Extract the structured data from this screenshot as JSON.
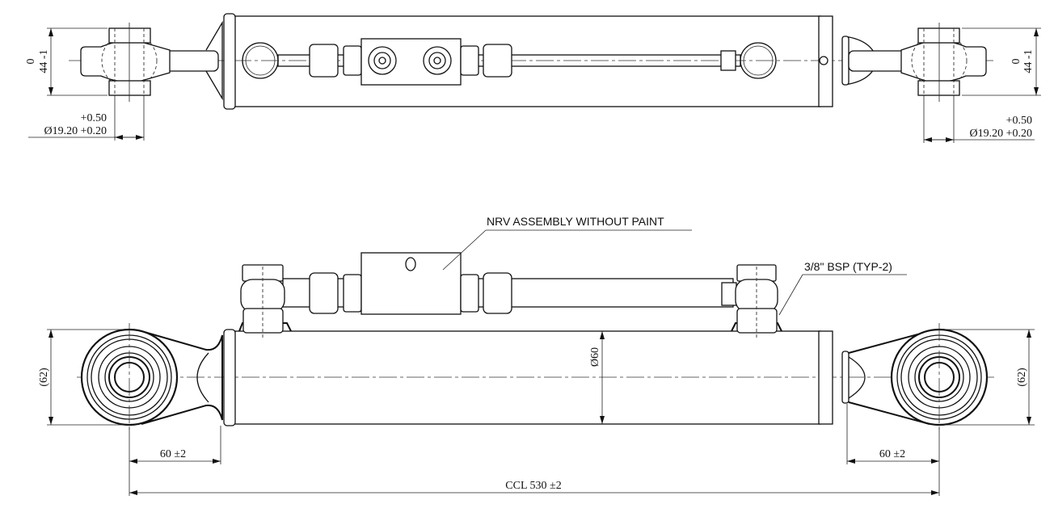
{
  "top_view": {
    "left_height_dim": {
      "upper": "0",
      "lower": "44 -1"
    },
    "right_height_dim": {
      "upper": "0",
      "lower": "44 -1"
    },
    "left_bore_dim": {
      "tol_upper": "+0.50",
      "nominal": "Ø19.20 +0.20"
    },
    "right_bore_dim": {
      "tol_upper": "+0.50",
      "nominal": "Ø19.20 +0.20"
    }
  },
  "front_view": {
    "nrv_label": "NRV ASSEMBLY WITHOUT PAINT",
    "port_label": "3/8\" BSP (TYP-2)",
    "left_eye_dim": "(62)",
    "right_eye_dim": "(62)",
    "bore_dim": "Ø60",
    "left_offset_dim": "60 ±2",
    "right_offset_dim": "60 ±2",
    "ccl_dim": "CCL 530 ±2"
  }
}
